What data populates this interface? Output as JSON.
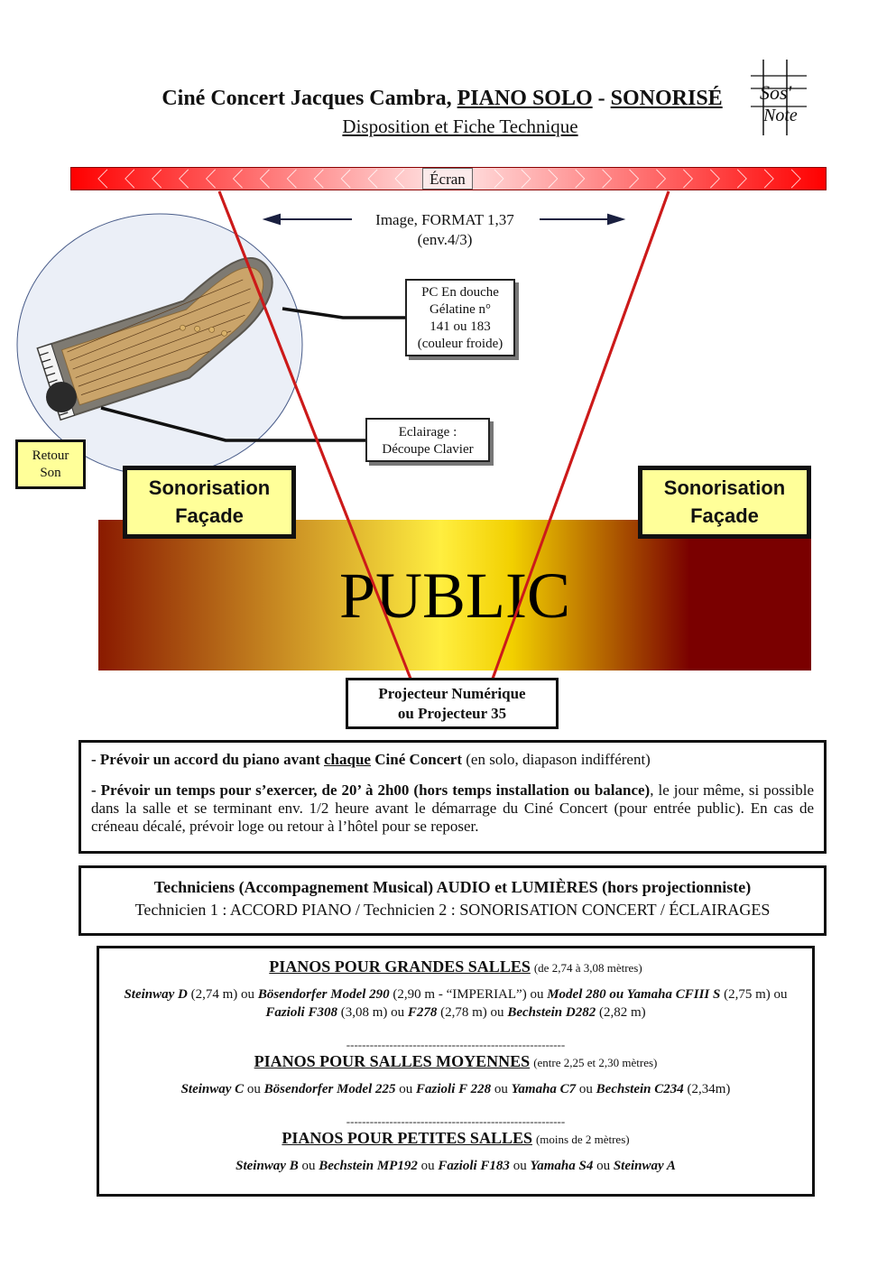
{
  "title": {
    "part1": "Ciné Concert Jacques Cambra, ",
    "part2": "PIANO SOLO",
    "part3": " - ",
    "part4": "SONORISÉ"
  },
  "subtitle": "Disposition et Fiche Technique",
  "logo": {
    "text": "Sos'Note"
  },
  "stage": {
    "screen_label": "Écran",
    "image_format_line1": "Image, FORMAT 1,37",
    "image_format_line2": "(env.4/3)",
    "pc_lines": [
      "PC En douche",
      "Gélatine n°",
      "141 ou 183",
      "(couleur froide)"
    ],
    "eclairage_lines": [
      "Eclairage :",
      "Découpe Clavier"
    ],
    "retour_lines": [
      "Retour",
      "Son"
    ],
    "sono_left_lines": [
      "Sonorisation",
      "Façade"
    ],
    "sono_right_lines": [
      "Sonorisation",
      "Façade"
    ],
    "public_label": "PUBLIC",
    "projector_lines": [
      "Projecteur Numérique",
      "ou Projecteur 35"
    ]
  },
  "notes": {
    "n1_bold_a": "- Prévoir un accord du piano avant ",
    "n1_bold_u": "chaque",
    "n1_bold_b": " Ciné Concert",
    "n1_rest": " (en solo, diapason indifférent)",
    "n2_bold": "- Prévoir un temps pour s’exercer, de 20’ à 2h00 (hors temps installation ou balance)",
    "n2_rest": ", le jour même, si possible dans la salle et se terminant env. 1/2 heure avant le démarrage du Ciné Concert (pour entrée public). En cas de créneau décalé, prévoir loge ou retour à l’hôtel pour se reposer."
  },
  "technicians": {
    "heading": "Techniciens (Accompagnement Musical) AUDIO et LUMIÈRES (hors projectionniste)",
    "line": "Technicien 1 : ACCORD PIANO / Technicien 2 : SONORISATION CONCERT / ÉCLAIRAGES"
  },
  "pianos": {
    "separator": "--------------------------------------------------------",
    "grandes": {
      "heading": "PIANOS POUR GRANDES SALLES",
      "range": "(de 2,74 à 3,08 mètres)",
      "models": [
        {
          "name": "Steinway D",
          "size": " (2,74 m) ou "
        },
        {
          "name": "Bösendorfer Model 290",
          "size": " (2,90 m - “IMPERIAL”) ou "
        },
        {
          "name": "Model 280 ou Yamaha CFIII S",
          "size": " (2,75 m) ou "
        },
        {
          "name": "Fazioli F308",
          "size": " (3,08 m) ou "
        },
        {
          "name": "F278",
          "size": " (2,78 m) ou "
        },
        {
          "name": "Bechstein D282",
          "size": " (2,82 m)"
        }
      ]
    },
    "moyennes": {
      "heading": "PIANOS POUR SALLES MOYENNES",
      "range": "(entre 2,25 et 2,30 mètres)",
      "models": [
        {
          "name": "Steinway C",
          "size": " ou "
        },
        {
          "name": "Bösendorfer Model 225",
          "size": " ou "
        },
        {
          "name": "Fazioli F 228",
          "size": " ou "
        },
        {
          "name": "Yamaha C7",
          "size": " ou "
        },
        {
          "name": "Bechstein C234",
          "size": " (2,34m)"
        }
      ]
    },
    "petites": {
      "heading": "PIANOS POUR PETITES SALLES",
      "range": "(moins de 2 mètres)",
      "models": [
        {
          "name": "Steinway B",
          "size": " ou "
        },
        {
          "name": "Bechstein MP192",
          "size": " ou "
        },
        {
          "name": "Fazioli F183",
          "size": " ou "
        },
        {
          "name": "Yamaha S4",
          "size": " ou "
        },
        {
          "name": "Steinway A",
          "size": ""
        }
      ]
    }
  },
  "colors": {
    "screen_red": "#ff0000",
    "projection_line": "#cc1a1a",
    "sono_yellow": "#ffff99",
    "public_dark": "#7a0000",
    "public_bright": "#ffee40"
  }
}
